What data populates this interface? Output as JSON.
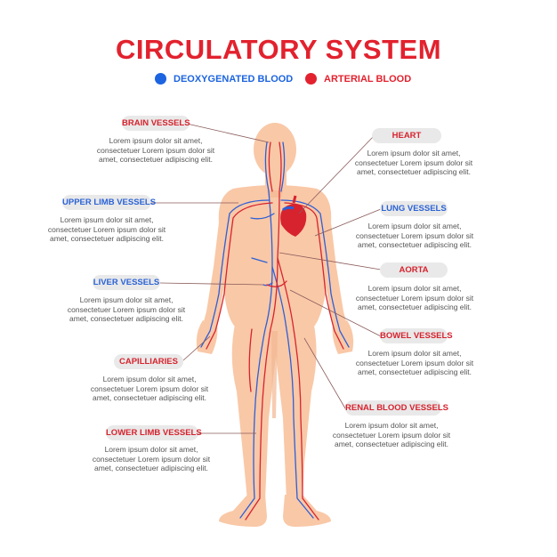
{
  "title": "CIRCULATORY SYSTEM",
  "legend": {
    "deoxygenated": {
      "label": "DEOXYGENATED BLOOD",
      "color": "#1c64e0"
    },
    "arterial": {
      "label": "ARTERIAL BLOOD",
      "color": "#e2222e"
    }
  },
  "colors": {
    "skin": "#f9c8a7",
    "skin_shadow": "#f2b792",
    "vein": "#2f5fd6",
    "artery": "#d7232e",
    "leader_line": "#8a5a5a"
  },
  "labels": {
    "brain": {
      "name": "BRAIN VESSELS",
      "desc": [
        "Lorem ipsum dolor sit amet,",
        "consectetuer Lorem ipsum dolor sit",
        "amet, consectetuer adipiscing elit."
      ]
    },
    "upper": {
      "name": "UPPER LIMB VESSELS",
      "desc": [
        "Lorem ipsum dolor sit amet,",
        "consectetuer Lorem ipsum dolor sit",
        "amet, consectetuer adipiscing elit."
      ]
    },
    "liver": {
      "name": "LIVER VESSELS",
      "desc": [
        "Lorem ipsum dolor sit amet,",
        "consectetuer Lorem ipsum dolor sit",
        "amet, consectetuer adipiscing elit."
      ]
    },
    "capil": {
      "name": "CAPILLIARIES",
      "desc": [
        "Lorem ipsum dolor sit amet,",
        "consectetuer Lorem ipsum dolor sit",
        "amet, consectetuer adipiscing elit."
      ]
    },
    "lower": {
      "name": "LOWER LIMB VESSELS",
      "desc": [
        "Lorem ipsum dolor sit amet,",
        "consectetuer Lorem ipsum dolor sit",
        "amet, consectetuer adipiscing elit."
      ]
    },
    "heart": {
      "name": "HEART",
      "desc": [
        "Lorem ipsum dolor sit amet,",
        "consectetuer Lorem ipsum dolor sit",
        "amet, consectetuer adipiscing elit."
      ]
    },
    "lung": {
      "name": "LUNG VESSELS",
      "desc": [
        "Lorem ipsum dolor sit amet,",
        "consectetuer Lorem ipsum dolor sit",
        "amet, consectetuer adipiscing elit."
      ]
    },
    "aorta": {
      "name": "AORTA",
      "desc": [
        "Lorem ipsum dolor sit amet,",
        "consectetuer Lorem ipsum dolor sit",
        "amet, consectetuer adipiscing elit."
      ]
    },
    "bowel": {
      "name": "BOWEL VESSELS",
      "desc": [
        "Lorem ipsum dolor sit amet,",
        "consectetuer Lorem ipsum dolor sit",
        "amet, consectetuer adipiscing elit."
      ]
    },
    "renal": {
      "name": "RENAL BLOOD VESSELS",
      "desc": [
        "Lorem ipsum dolor sit amet,",
        "consectetuer Lorem ipsum dolor sit",
        "amet, consectetuer adipiscing elit."
      ]
    }
  }
}
